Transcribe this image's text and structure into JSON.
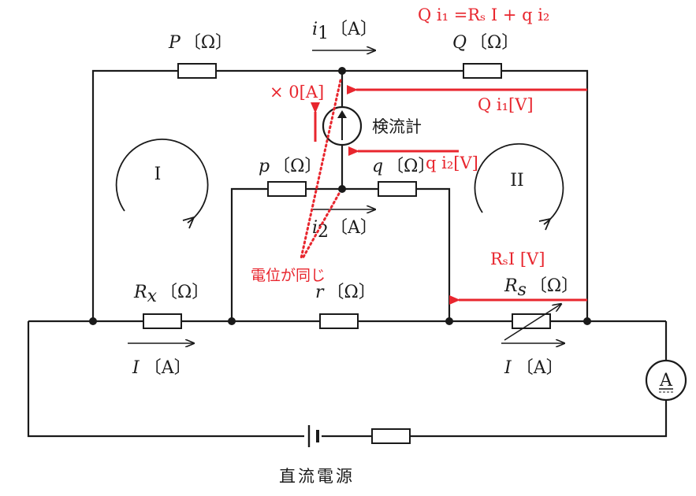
{
  "labels": {
    "P": "P",
    "P_unit": "〔Ω〕",
    "Q": "Q",
    "Q_unit": "〔Ω〕",
    "p": "p",
    "p_unit": "〔Ω〕",
    "q": "q",
    "q_unit": "〔Ω〕",
    "r": "r",
    "r_unit": "〔Ω〕",
    "Rx": "R",
    "Rx_sub": "x",
    "Rx_unit": "〔Ω〕",
    "Rs": "R",
    "Rs_sub": "s",
    "Rs_unit": "〔Ω〕",
    "i1": "i",
    "i1_sub": "1",
    "i1_unit": "〔A〕",
    "i2": "i",
    "i2_sub": "2",
    "i2_unit": "〔A〕",
    "I_left": "I",
    "I_left_unit": "〔A〕",
    "I_right": "I",
    "I_right_unit": "〔A〕",
    "loop1": "I",
    "loop2": "II",
    "galvanometer": "検流計",
    "ammeter": "A",
    "dc_source": "直流電源"
  },
  "annotations": {
    "equation": "Q i₁ =Rₛ I + q i₂",
    "zero_current": "× 0[A]",
    "Qi1": "Q i₁[V]",
    "qi2": "q i₂[V]",
    "RsI": "RₛI [V]",
    "same_potential": "電位が同じ"
  },
  "colors": {
    "wire": "#1a1a1a",
    "annotation": "#e8262e"
  }
}
